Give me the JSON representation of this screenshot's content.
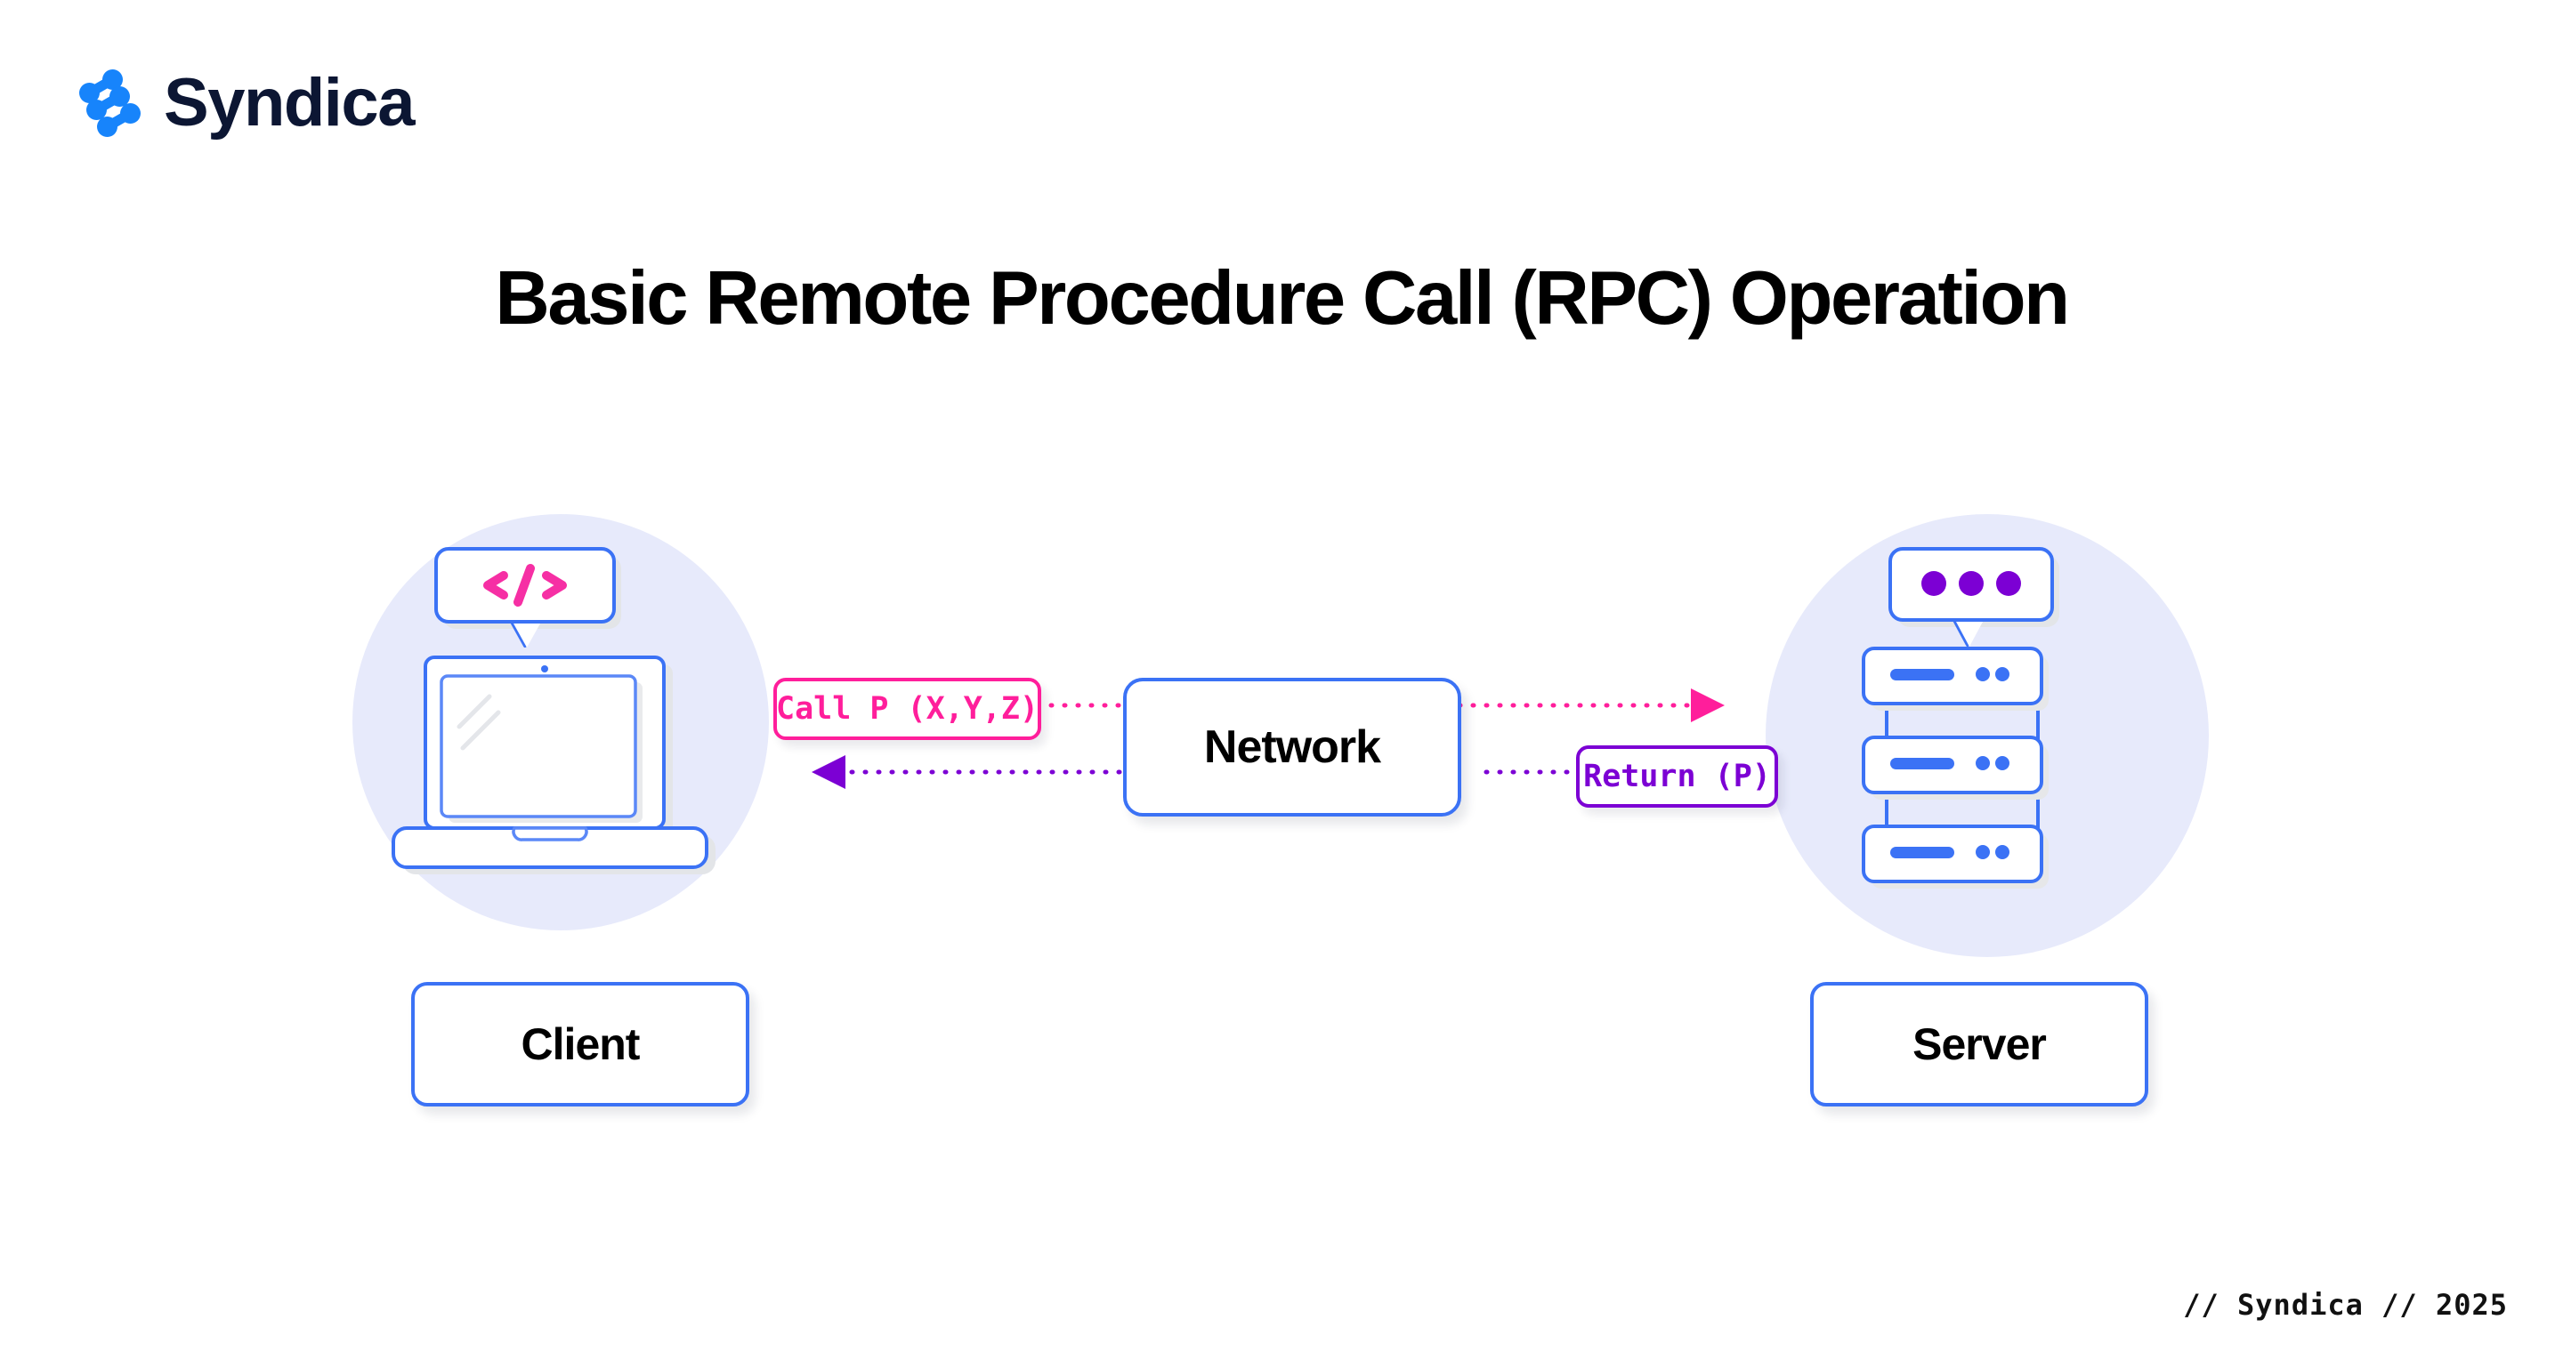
{
  "brand": {
    "name": "Syndica",
    "mark_icon": "syndica-logo-icon",
    "mark_color": "#1784fb",
    "text_color": "#0c1633"
  },
  "title": "Basic Remote Procedure Call (RPC) Operation",
  "footer": "// Syndica // 2025",
  "colors": {
    "blue": "#3b72f5",
    "pink": "#ff1e9b",
    "purple": "#7c00d4",
    "halo": "#e7eafb",
    "accent_blue": "#1784fb",
    "text": "#000000"
  },
  "chart_data": {
    "type": "diagram",
    "title": "Basic Remote Procedure Call (RPC) Operation",
    "nodes": [
      {
        "id": "client",
        "label": "Client",
        "illustration": "laptop-icon",
        "bubble": "code-icon",
        "bubble_color": "#ff1e9b"
      },
      {
        "id": "network",
        "label": "Network",
        "illustration": "none",
        "bubble": "none",
        "bubble_color": ""
      },
      {
        "id": "server",
        "label": "Server",
        "illustration": "server-rack-icon",
        "bubble": "ellipsis-dots-icon",
        "bubble_color": "#7c00d4"
      }
    ],
    "edges": [
      {
        "from": "client",
        "to": "network",
        "label": "Call P (X,Y,Z)",
        "color": "#ff1e9b",
        "style": "dotted",
        "direction": "right",
        "arrowhead": false
      },
      {
        "from": "network",
        "to": "server",
        "label": "",
        "color": "#ff1e9b",
        "style": "dotted",
        "direction": "right",
        "arrowhead": true
      },
      {
        "from": "server",
        "to": "network",
        "label": "Return (P)",
        "color": "#7c00d4",
        "style": "dotted",
        "direction": "left",
        "arrowhead": false
      },
      {
        "from": "network",
        "to": "client",
        "label": "",
        "color": "#7c00d4",
        "style": "dotted",
        "direction": "left",
        "arrowhead": true
      }
    ]
  },
  "diagram": {
    "client_label": "Client",
    "network_label": "Network",
    "server_label": "Server",
    "call_label": "Call P (X,Y,Z)",
    "return_label": "Return (P)"
  }
}
